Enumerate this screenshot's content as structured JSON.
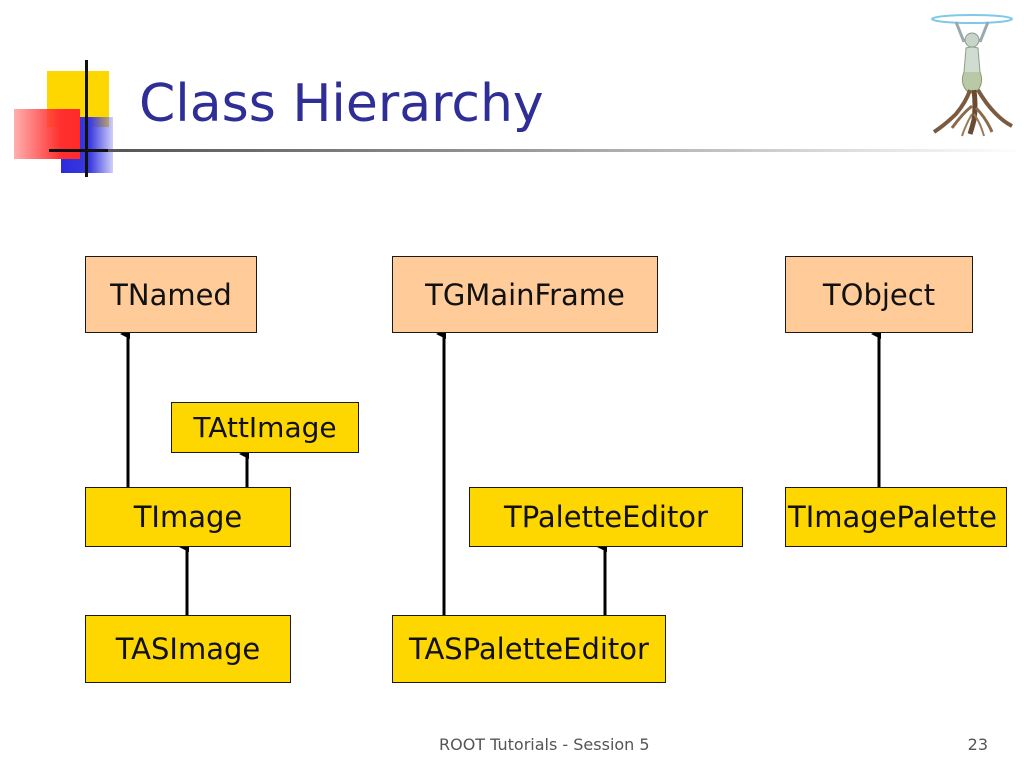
{
  "slide": {
    "title": "Class Hierarchy",
    "footer": "ROOT Tutorials - Session 5",
    "page_number": "23"
  },
  "diagram": {
    "classes": {
      "tnamed": "TNamed",
      "tgmainframe": "TGMainFrame",
      "tobject": "TObject",
      "tattimage": "TAttImage",
      "timage": "TImage",
      "tpaletteeditor": "TPaletteEditor",
      "timagepalette": "TImagePalette",
      "tasimage": "TASImage",
      "taspaletteeditor": "TASPaletteEditor"
    },
    "inheritance": [
      {
        "from": "TImage",
        "to": "TNamed"
      },
      {
        "from": "TImage",
        "to": "TAttImage"
      },
      {
        "from": "TASImage",
        "to": "TImage"
      },
      {
        "from": "TASPaletteEditor",
        "to": "TGMainFrame"
      },
      {
        "from": "TASPaletteEditor",
        "to": "TPaletteEditor"
      },
      {
        "from": "TImagePalette",
        "to": "TObject"
      }
    ],
    "colors": {
      "base_class_fill": "#ffcc99",
      "derived_class_fill": "#ffd700",
      "title_color": "#2e2e96",
      "border": "#1a1a1a"
    }
  }
}
